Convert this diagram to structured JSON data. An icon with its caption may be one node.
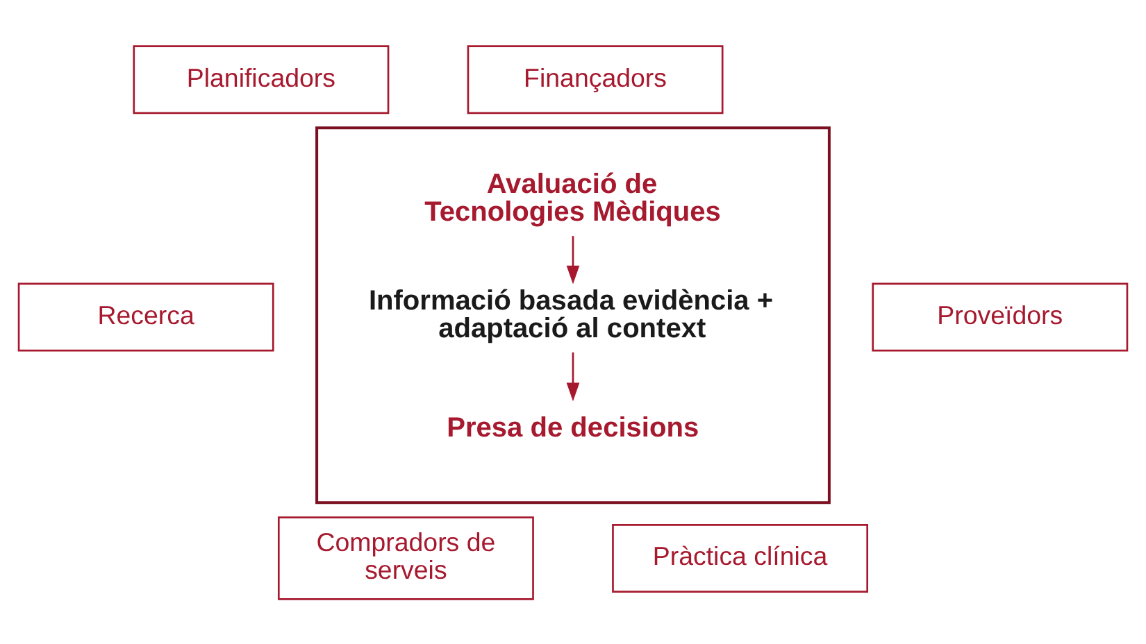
{
  "diagram": {
    "nodes": [
      {
        "text": [
          "Planificadors"
        ]
      },
      {
        "text": [
          "Finançadors"
        ]
      },
      {
        "text": [],
        "shape": "box"
      },
      {
        "text": [
          "Avaluació de Tecnologies Mèdiques"
        ],
        "in": 2
      },
      {
        "text": [
          "Informació basada evidència + adaptació al context"
        ],
        "in": 2
      },
      {
        "text": [
          "Presa de decisions"
        ],
        "in": 2
      },
      {
        "text": [
          "Recerca"
        ]
      },
      {
        "text": [
          "Proveïdors"
        ]
      },
      {
        "text": [
          "Compradors de serveis"
        ]
      },
      {
        "text": [
          "Pràctica clínica"
        ]
      }
    ],
    "edges": [
      {
        "from": 3,
        "to": 4,
        "arrow": "to"
      },
      {
        "from": 4,
        "to": 5,
        "arrow": "to"
      }
    ]
  }
}
